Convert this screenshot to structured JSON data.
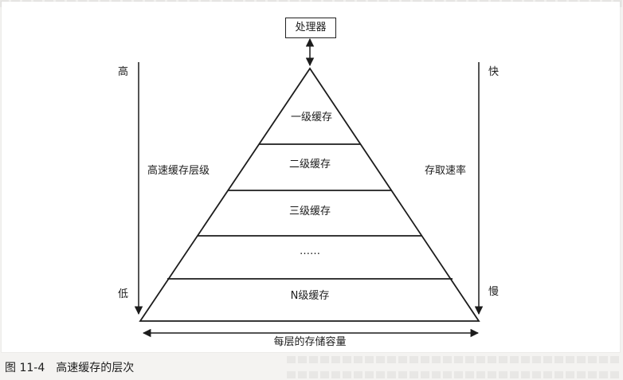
{
  "diagram": {
    "processor": "处理器",
    "levels": [
      "一级缓存",
      "二级缓存",
      "三级缓存",
      "……",
      "N级缓存"
    ],
    "left_axis": {
      "top": "高",
      "middle": "高速缓存层级",
      "bottom": "低"
    },
    "right_axis": {
      "top": "快",
      "middle": "存取速率",
      "bottom": "慢"
    },
    "capacity": "每层的存储容量"
  },
  "caption": {
    "number": "图 11-4",
    "title": "高速缓存的层次"
  }
}
